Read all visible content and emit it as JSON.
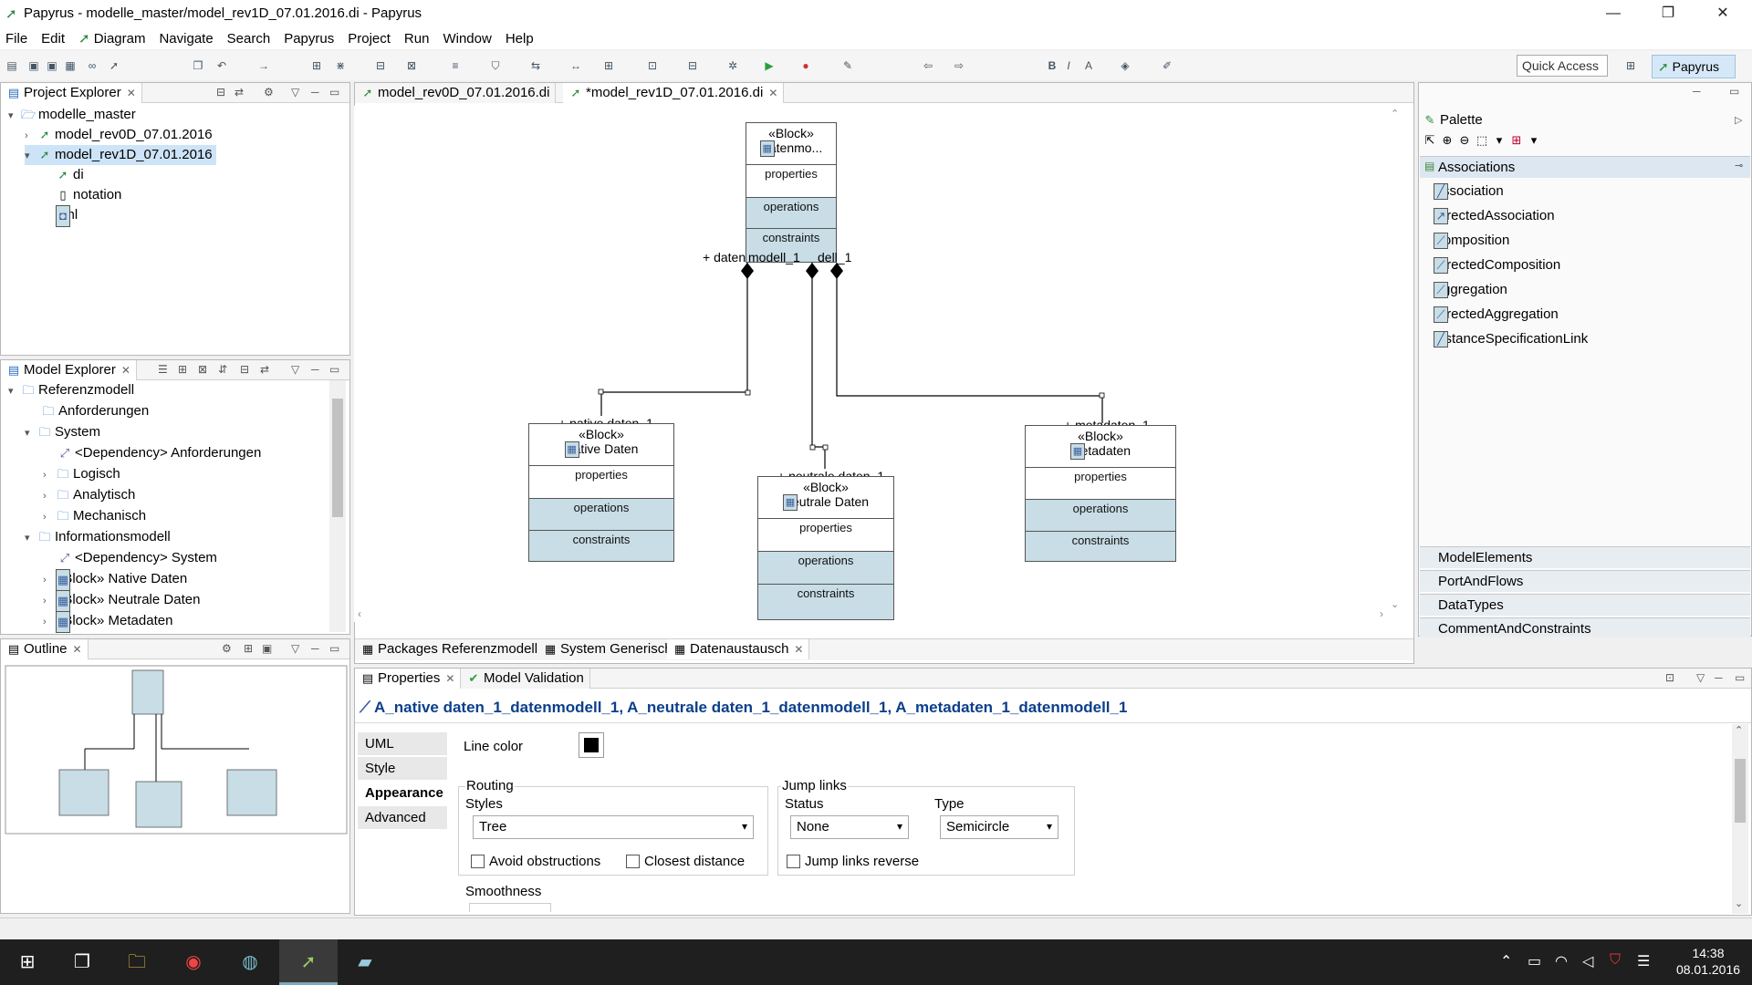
{
  "window": {
    "title": "Papyrus - modelle_master/model_rev1D_07.01.2016.di - Papyrus",
    "minimize": "—",
    "maximize": "❐",
    "close": "✕"
  },
  "menu": [
    "File",
    "Edit",
    "Diagram",
    "Navigate",
    "Search",
    "Papyrus",
    "Project",
    "Run",
    "Window",
    "Help"
  ],
  "toolbar": {
    "quick_access": "Quick Access",
    "perspective": "Papyrus"
  },
  "project_explorer": {
    "tab": "Project Explorer",
    "items": [
      {
        "label": "modelle_master"
      },
      {
        "label": "model_rev0D_07.01.2016"
      },
      {
        "label": "model_rev1D_07.01.2016"
      },
      {
        "label": "di"
      },
      {
        "label": "notation"
      },
      {
        "label": "uml"
      }
    ]
  },
  "model_explorer": {
    "tab": "Model Explorer",
    "items": [
      {
        "label": "Referenzmodell"
      },
      {
        "label": "Anforderungen"
      },
      {
        "label": "System"
      },
      {
        "label": "<Dependency> Anforderungen"
      },
      {
        "label": "Logisch"
      },
      {
        "label": "Analytisch"
      },
      {
        "label": "Mechanisch"
      },
      {
        "label": "Informationsmodell"
      },
      {
        "label": "<Dependency> System"
      },
      {
        "label": "«Block» Native Daten"
      },
      {
        "label": "«Block» Neutrale Daten"
      },
      {
        "label": "«Block» Metadaten"
      }
    ]
  },
  "outline": {
    "tab": "Outline"
  },
  "editor": {
    "tabs": [
      {
        "label": "model_rev0D_07.01.2016.di"
      },
      {
        "label": "*model_rev1D_07.01.2016.di"
      }
    ],
    "bottom_tabs": [
      {
        "label": "Packages Referenzmodell"
      },
      {
        "label": "System Generisch"
      },
      {
        "label": "Datenaustausch"
      }
    ]
  },
  "diagram": {
    "stereotype": "«Block»",
    "compartments": [
      "properties",
      "operations",
      "constraints"
    ],
    "blocks": {
      "datenmodell": "Datenmo...",
      "native": "Native Daten",
      "neutrale": "Neutrale Daten",
      "metadaten": "Metadaten"
    },
    "role_labels": {
      "top_left": "+ daten",
      "top_overlap": "modell_1",
      "top_right": "dell_1",
      "native": "+ native daten_1",
      "neutrale": "+ neutrale daten_1",
      "metadaten": "+ metadaten_1"
    }
  },
  "palette": {
    "title": "Palette",
    "drawer": "Associations",
    "items": [
      {
        "label": "Association"
      },
      {
        "label": "DirectedAssociation"
      },
      {
        "label": "Composition"
      },
      {
        "label": "DirectedComposition"
      },
      {
        "label": "Aggregation"
      },
      {
        "label": "DirectedAggregation"
      },
      {
        "label": "InstanceSpecificationLink"
      }
    ],
    "sections": [
      {
        "label": "ModelElements"
      },
      {
        "label": "PortAndFlows"
      },
      {
        "label": "DataTypes"
      },
      {
        "label": "CommentAndConstraints"
      }
    ]
  },
  "properties": {
    "tabs": [
      {
        "label": "Properties"
      },
      {
        "label": "Model Validation"
      }
    ],
    "header": "A_native daten_1_datenmodell_1, A_neutrale daten_1_datenmodell_1, A_metadaten_1_datenmodell_1",
    "side_tabs": [
      {
        "label": "UML"
      },
      {
        "label": "Style"
      },
      {
        "label": "Appearance"
      },
      {
        "label": "Advanced"
      }
    ],
    "line_color_label": "Line color",
    "routing": {
      "group": "Routing",
      "styles_label": "Styles",
      "styles_value": "Tree",
      "avoid_obstructions": "Avoid obstructions",
      "closest_distance": "Closest distance"
    },
    "jump_links": {
      "group": "Jump links",
      "status_label": "Status",
      "status_value": "None",
      "type_label": "Type",
      "type_value": "Semicircle",
      "reverse": "Jump links reverse"
    },
    "smoothness_label": "Smoothness"
  },
  "taskbar": {
    "time": "14:38",
    "date": "08.01.2016"
  },
  "colors": {
    "block_fill": "#c8dde6",
    "header_blue": "#0b3f8a",
    "selection": "#cde3f7"
  }
}
